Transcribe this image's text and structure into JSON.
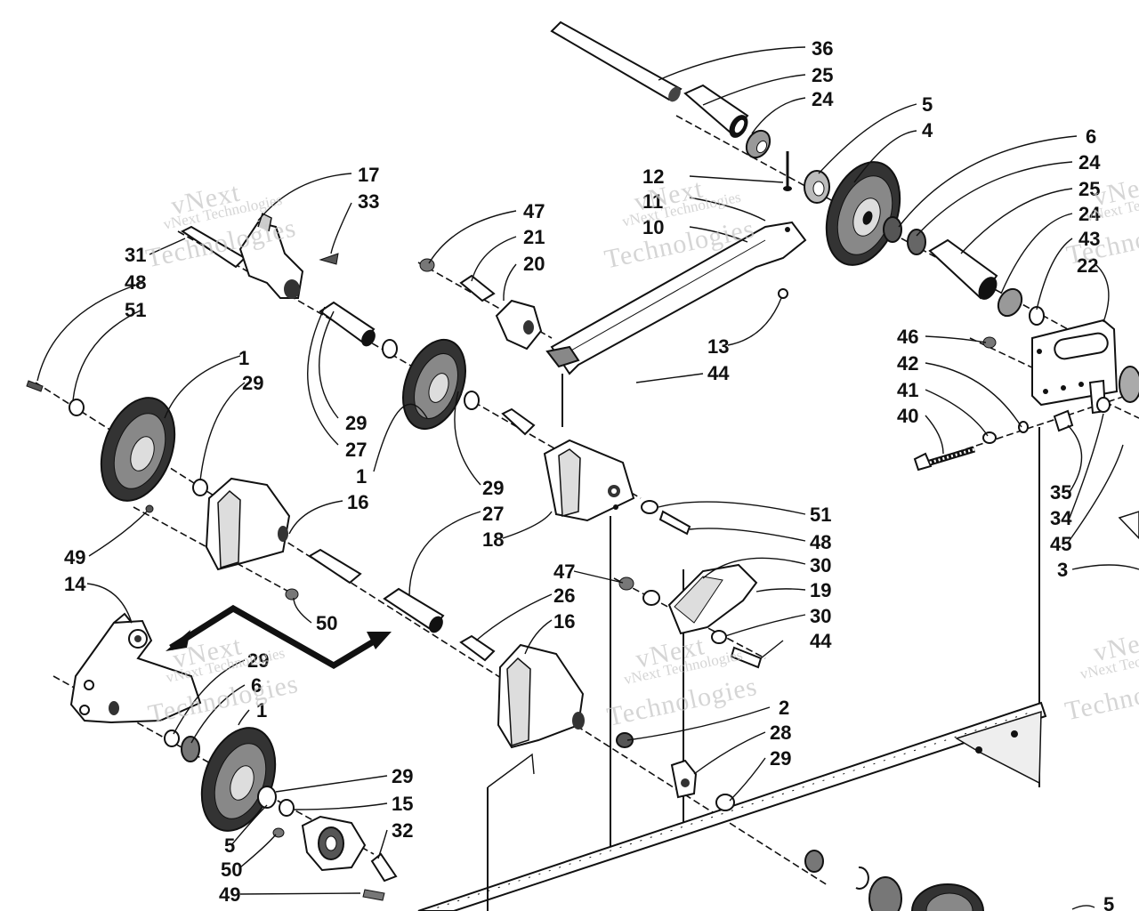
{
  "watermark": {
    "line1": "vNext Technologies",
    "line2": "vNext",
    "line3": "Technologies"
  },
  "labels": [
    {
      "id": "l36",
      "text": "36"
    },
    {
      "id": "l25a",
      "text": "25"
    },
    {
      "id": "l24a",
      "text": "24"
    },
    {
      "id": "l5a",
      "text": "5"
    },
    {
      "id": "l4",
      "text": "4"
    },
    {
      "id": "l6",
      "text": "6"
    },
    {
      "id": "l24b",
      "text": "24"
    },
    {
      "id": "l25b",
      "text": "25"
    },
    {
      "id": "l24c",
      "text": "24"
    },
    {
      "id": "l43",
      "text": "43"
    },
    {
      "id": "l22",
      "text": "22"
    },
    {
      "id": "l12",
      "text": "12"
    },
    {
      "id": "l11",
      "text": "11"
    },
    {
      "id": "l10",
      "text": "10"
    },
    {
      "id": "l17",
      "text": "17"
    },
    {
      "id": "l33",
      "text": "33"
    },
    {
      "id": "l47a",
      "text": "47"
    },
    {
      "id": "l21",
      "text": "21"
    },
    {
      "id": "l20",
      "text": "20"
    },
    {
      "id": "l31",
      "text": "31"
    },
    {
      "id": "l48a",
      "text": "48"
    },
    {
      "id": "l51a",
      "text": "51"
    },
    {
      "id": "l13",
      "text": "13"
    },
    {
      "id": "l44a",
      "text": "44"
    },
    {
      "id": "l46",
      "text": "46"
    },
    {
      "id": "l42",
      "text": "42"
    },
    {
      "id": "l41",
      "text": "41"
    },
    {
      "id": "l40",
      "text": "40"
    },
    {
      "id": "l1a",
      "text": "1"
    },
    {
      "id": "l29a",
      "text": "29"
    },
    {
      "id": "l29b",
      "text": "29"
    },
    {
      "id": "l27a",
      "text": "27"
    },
    {
      "id": "l1b",
      "text": "1"
    },
    {
      "id": "l29c",
      "text": "29"
    },
    {
      "id": "l27b",
      "text": "27"
    },
    {
      "id": "l18",
      "text": "18"
    },
    {
      "id": "l16a",
      "text": "16"
    },
    {
      "id": "l51b",
      "text": "51"
    },
    {
      "id": "l48b",
      "text": "48"
    },
    {
      "id": "l35",
      "text": "35"
    },
    {
      "id": "l34",
      "text": "34"
    },
    {
      "id": "l45",
      "text": "45"
    },
    {
      "id": "l3",
      "text": "3"
    },
    {
      "id": "l49a",
      "text": "49"
    },
    {
      "id": "l14",
      "text": "14"
    },
    {
      "id": "l50a",
      "text": "50"
    },
    {
      "id": "l47b",
      "text": "47"
    },
    {
      "id": "l30a",
      "text": "30"
    },
    {
      "id": "l26",
      "text": "26"
    },
    {
      "id": "l19",
      "text": "19"
    },
    {
      "id": "l16b",
      "text": "16"
    },
    {
      "id": "l30b",
      "text": "30"
    },
    {
      "id": "l44b",
      "text": "44"
    },
    {
      "id": "l29d",
      "text": "29"
    },
    {
      "id": "l6b",
      "text": "6"
    },
    {
      "id": "l1c",
      "text": "1"
    },
    {
      "id": "l2",
      "text": "2"
    },
    {
      "id": "l28",
      "text": "28"
    },
    {
      "id": "l29e",
      "text": "29"
    },
    {
      "id": "l29f",
      "text": "29"
    },
    {
      "id": "l15",
      "text": "15"
    },
    {
      "id": "l32",
      "text": "32"
    },
    {
      "id": "l5b",
      "text": "5"
    },
    {
      "id": "l50b",
      "text": "50"
    },
    {
      "id": "l49b",
      "text": "49"
    },
    {
      "id": "l5c",
      "text": "5"
    }
  ]
}
